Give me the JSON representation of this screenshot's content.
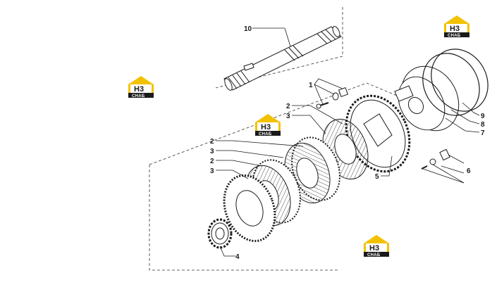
{
  "diagram": {
    "callouts": {
      "c1": "1",
      "c2a": "2",
      "c2b": "2",
      "c2c": "2",
      "c3a": "3",
      "c3b": "3",
      "c3c": "3",
      "c4": "4",
      "c5": "5",
      "c6": "6",
      "c7": "7",
      "c8": "8",
      "c9": "9",
      "c10": "10"
    },
    "watermark": {
      "mark": "H3",
      "caption": "CHAБ"
    }
  },
  "colors": {
    "line": "#1a1a1a",
    "logo_yellow": "#f2c200",
    "logo_dark": "#1a1a1a"
  }
}
